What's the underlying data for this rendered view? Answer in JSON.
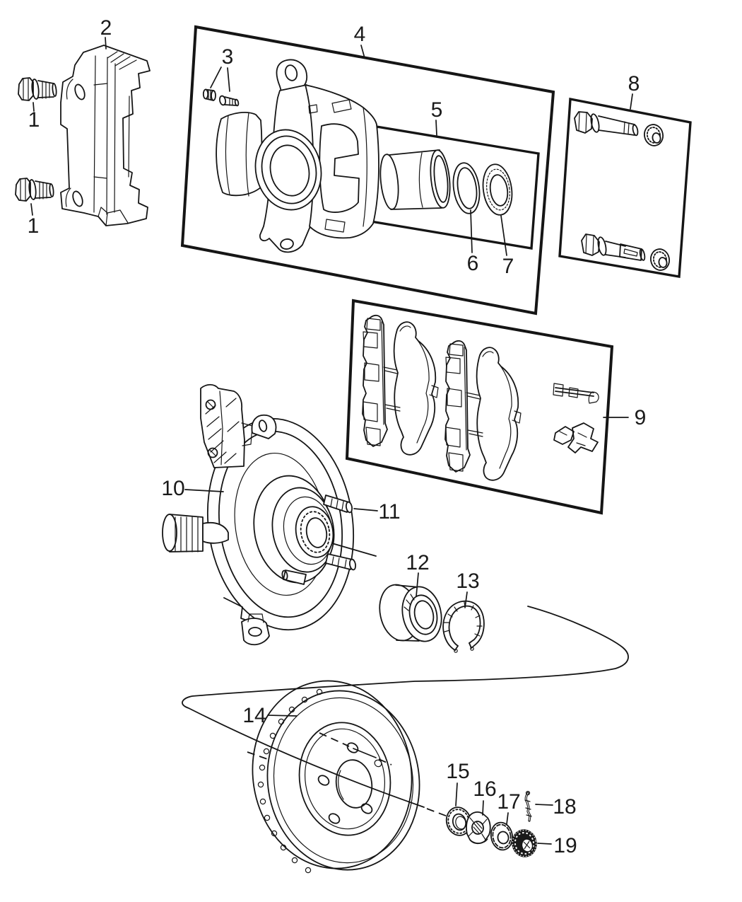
{
  "figure": {
    "background_color": "#ffffff",
    "line_color": "#1a1a1a",
    "callouts": [
      {
        "text": "1"
      },
      {
        "text": "1"
      },
      {
        "text": "2"
      },
      {
        "text": "3"
      },
      {
        "text": "4"
      },
      {
        "text": "5"
      },
      {
        "text": "6"
      },
      {
        "text": "7"
      },
      {
        "text": "8"
      },
      {
        "text": "9"
      },
      {
        "text": "10"
      },
      {
        "text": "11"
      },
      {
        "text": "12"
      },
      {
        "text": "13"
      },
      {
        "text": "14"
      },
      {
        "text": "15"
      },
      {
        "text": "16"
      },
      {
        "text": "17"
      },
      {
        "text": "18"
      },
      {
        "text": "19"
      }
    ]
  }
}
